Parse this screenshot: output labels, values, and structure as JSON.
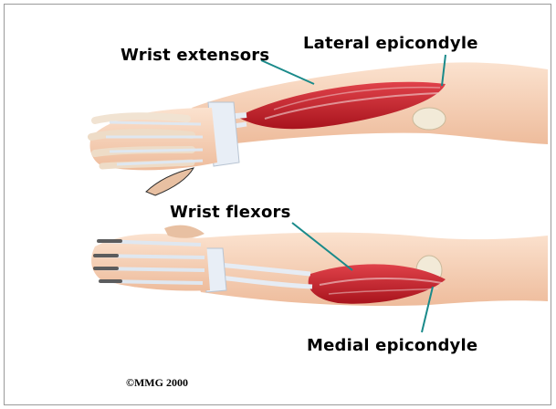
{
  "labels": {
    "wrist_extensors": "Wrist extensors",
    "lateral_epicondyle": "Lateral epicondyle",
    "wrist_flexors": "Wrist flexors",
    "medial_epicondyle": "Medial epicondyle"
  },
  "copyright": "©MMG 2000",
  "colors": {
    "muscle": "#c8202a",
    "tendon": "#e6ecf4",
    "skin": "#f6d2b5",
    "leader_line": "#1a8a8a",
    "frame": "#9a9a9a"
  }
}
